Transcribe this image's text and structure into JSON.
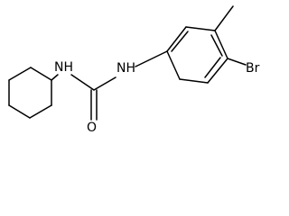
{
  "molecule": {
    "atoms": {
      "ring_nh": "NH",
      "amide_nh": "NH",
      "carbonyl_o": "O",
      "bromine": "Br"
    }
  }
}
